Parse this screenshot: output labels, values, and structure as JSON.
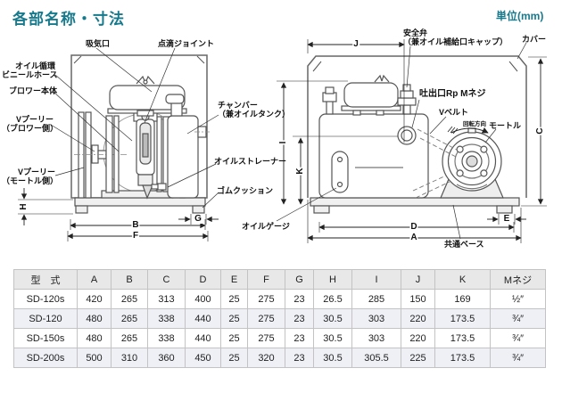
{
  "page": {
    "title": "各部名称・寸法",
    "unit_label": "単位(mm)"
  },
  "left": {
    "labels": {
      "intake": "吸気口",
      "drip_joint": "点滴ジョイント",
      "oil_hose_1": "オイル循環",
      "oil_hose_2": "ビニールホース",
      "blower_body": "ブロワー本体",
      "v_pulley_blower_1": "Vプーリー",
      "v_pulley_blower_2": "（ブロワー側）",
      "v_pulley_motor_1": "Vプーリー",
      "v_pulley_motor_2": "（モートル側）",
      "chamber_1": "チャンバー",
      "chamber_2": "（兼オイルタンク）",
      "oil_strainer": "オイルストレーナー",
      "rubber_cushion": "ゴムクッション"
    },
    "dims": {
      "b": "B",
      "f": "F",
      "g": "G",
      "h": "H"
    }
  },
  "right": {
    "labels": {
      "safety_valve_1": "安全弁",
      "safety_valve_2": "（兼オイル補給口キャップ）",
      "cover": "カバー",
      "discharge": "吐出口Rp Mネジ",
      "v_belt": "Vベルト",
      "rotation": "回転方向",
      "motor": "モートル",
      "oil_gauge": "オイルゲージ",
      "common_base": "共通ベース"
    },
    "dims": {
      "j": "J",
      "i": "I",
      "k": "K",
      "c": "C",
      "d": "D",
      "a": "A",
      "e": "E"
    }
  },
  "table": {
    "headers": [
      "型　式",
      "A",
      "B",
      "C",
      "D",
      "E",
      "F",
      "G",
      "H",
      "I",
      "J",
      "K",
      "Mネジ"
    ],
    "rows": [
      [
        "SD-120s",
        "420",
        "265",
        "313",
        "400",
        "25",
        "275",
        "23",
        "26.5",
        "285",
        "150",
        "169",
        "½″"
      ],
      [
        "SD-120",
        "480",
        "265",
        "338",
        "440",
        "25",
        "275",
        "23",
        "30.5",
        "303",
        "220",
        "173.5",
        "¾″"
      ],
      [
        "SD-150s",
        "480",
        "265",
        "338",
        "440",
        "25",
        "275",
        "23",
        "30.5",
        "303",
        "220",
        "173.5",
        "¾″"
      ],
      [
        "SD-200s",
        "500",
        "310",
        "360",
        "450",
        "25",
        "320",
        "23",
        "30.5",
        "305.5",
        "225",
        "173.5",
        "¾″"
      ]
    ]
  }
}
